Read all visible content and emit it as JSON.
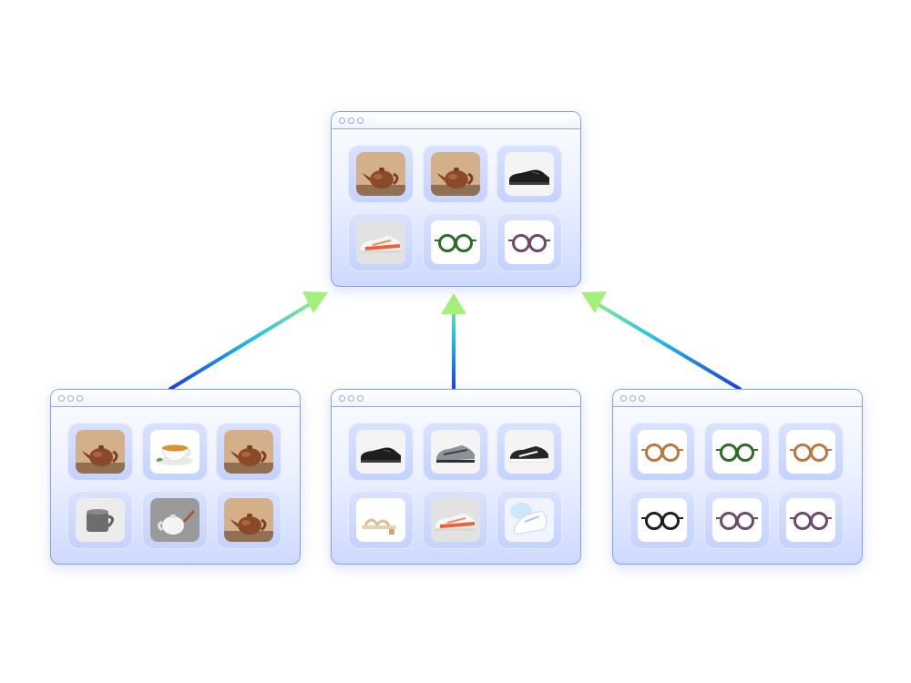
{
  "colors": {
    "window_border": "#7fa2f6",
    "tile_fill": "#cfdbff",
    "arrow_start": "#1b3fe0",
    "arrow_mid": "#22c0e8",
    "arrow_end": "#a4f07a"
  },
  "windows": {
    "top": {
      "items": [
        "teapot-photo",
        "teapot-photo",
        "dress-shoe-photo",
        "sneaker-photo",
        "green-glasses-photo",
        "purple-glasses-photo"
      ]
    },
    "teaware": {
      "items": [
        "teapot-photo",
        "tea-cup-photo",
        "teapot-photo",
        "mug-photo",
        "white-teapot-photo",
        "teapot-photo"
      ]
    },
    "shoes": {
      "items": [
        "dress-shoe-photo",
        "trail-shoe-photo",
        "running-shoe-photo",
        "sandal-photo",
        "sneaker-photo",
        "white-sneaker-photo"
      ]
    },
    "glasses": {
      "items": [
        "tortoise-glasses-photo",
        "green-glasses-photo",
        "tortoise-glasses-photo",
        "black-glasses-photo",
        "purple-glasses-photo",
        "purple-glasses-photo"
      ]
    }
  }
}
